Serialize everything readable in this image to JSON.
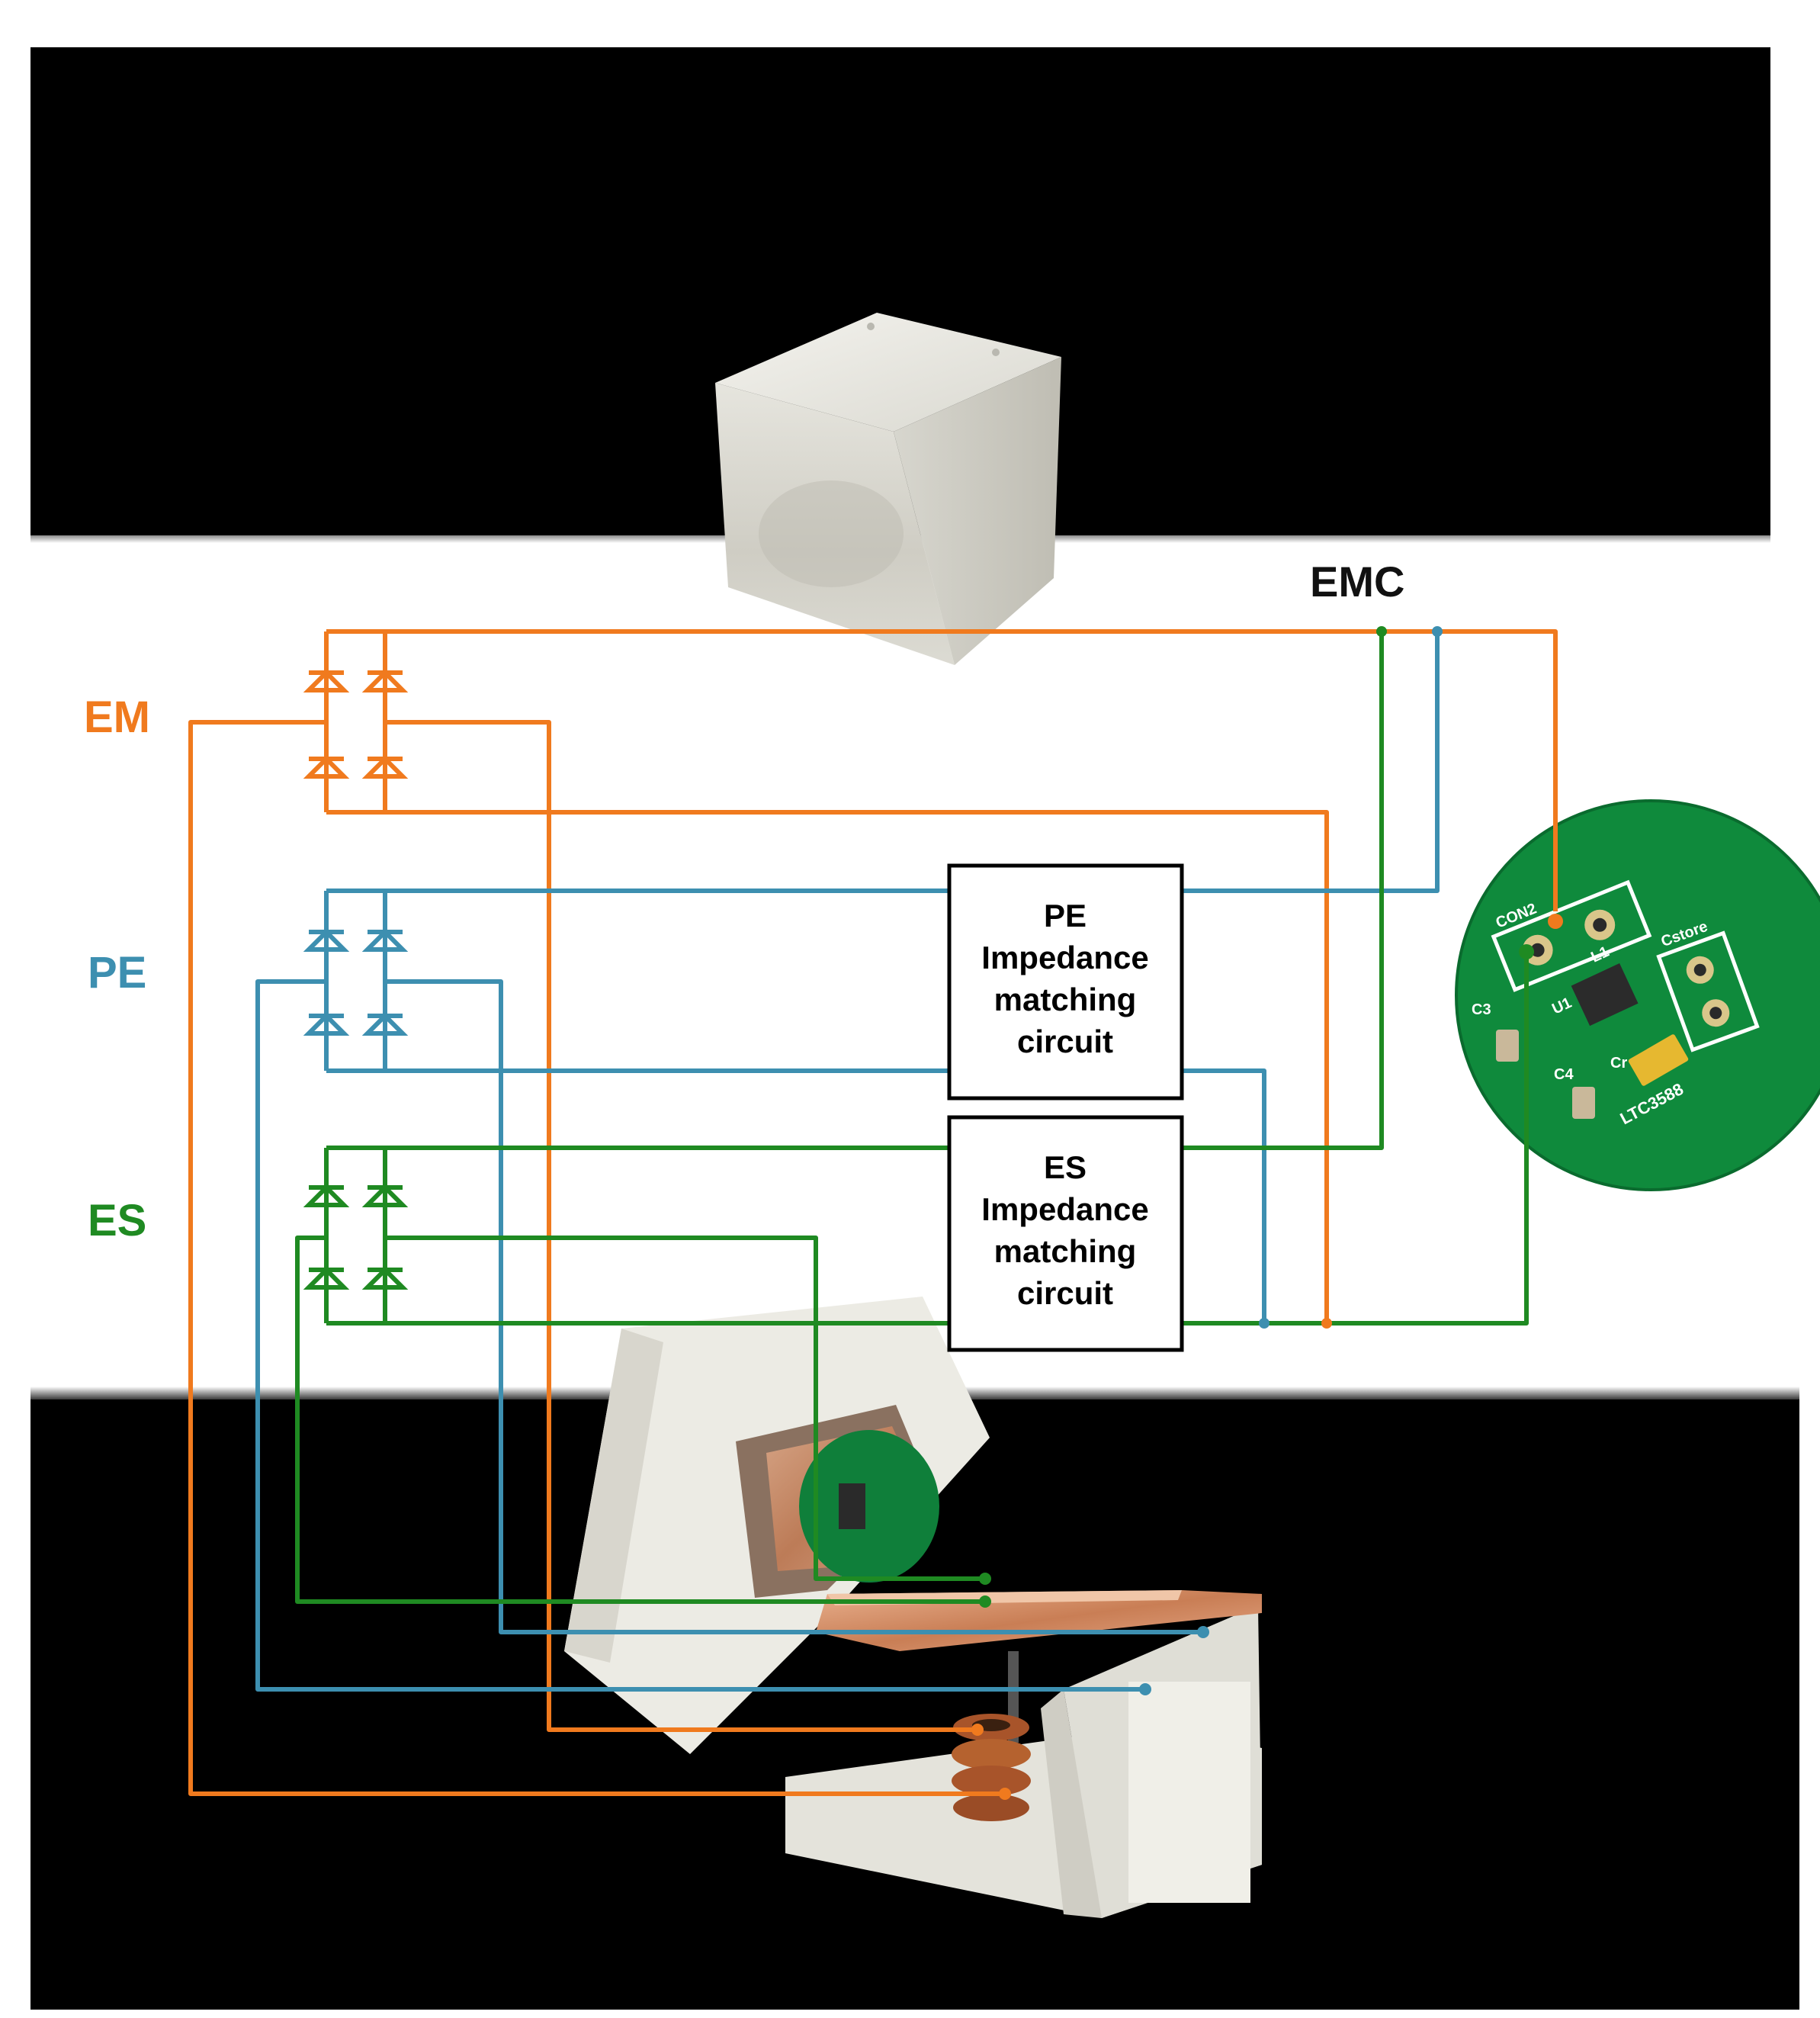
{
  "labels": {
    "em": "EM",
    "pe": "PE",
    "es": "ES",
    "emc": "EMC"
  },
  "boxes": {
    "pe": [
      "PE",
      "Impedance",
      "matching",
      "circuit"
    ],
    "es": [
      "ES",
      "Impedance",
      "matching",
      "circuit"
    ]
  },
  "pcb_labels": {
    "con": "CON2",
    "cstore": "Cstore",
    "u1": "U1",
    "l1": "L1",
    "c3": "C3",
    "c4": "C4",
    "cr": "Cr",
    "chip": "LTC3588"
  },
  "colors": {
    "em": "#f07a1e",
    "pe": "#3d8fb0",
    "es": "#1f8a22",
    "background": "#000000",
    "plastic": "#ecebe4",
    "pcb": "#0f8a3c"
  }
}
